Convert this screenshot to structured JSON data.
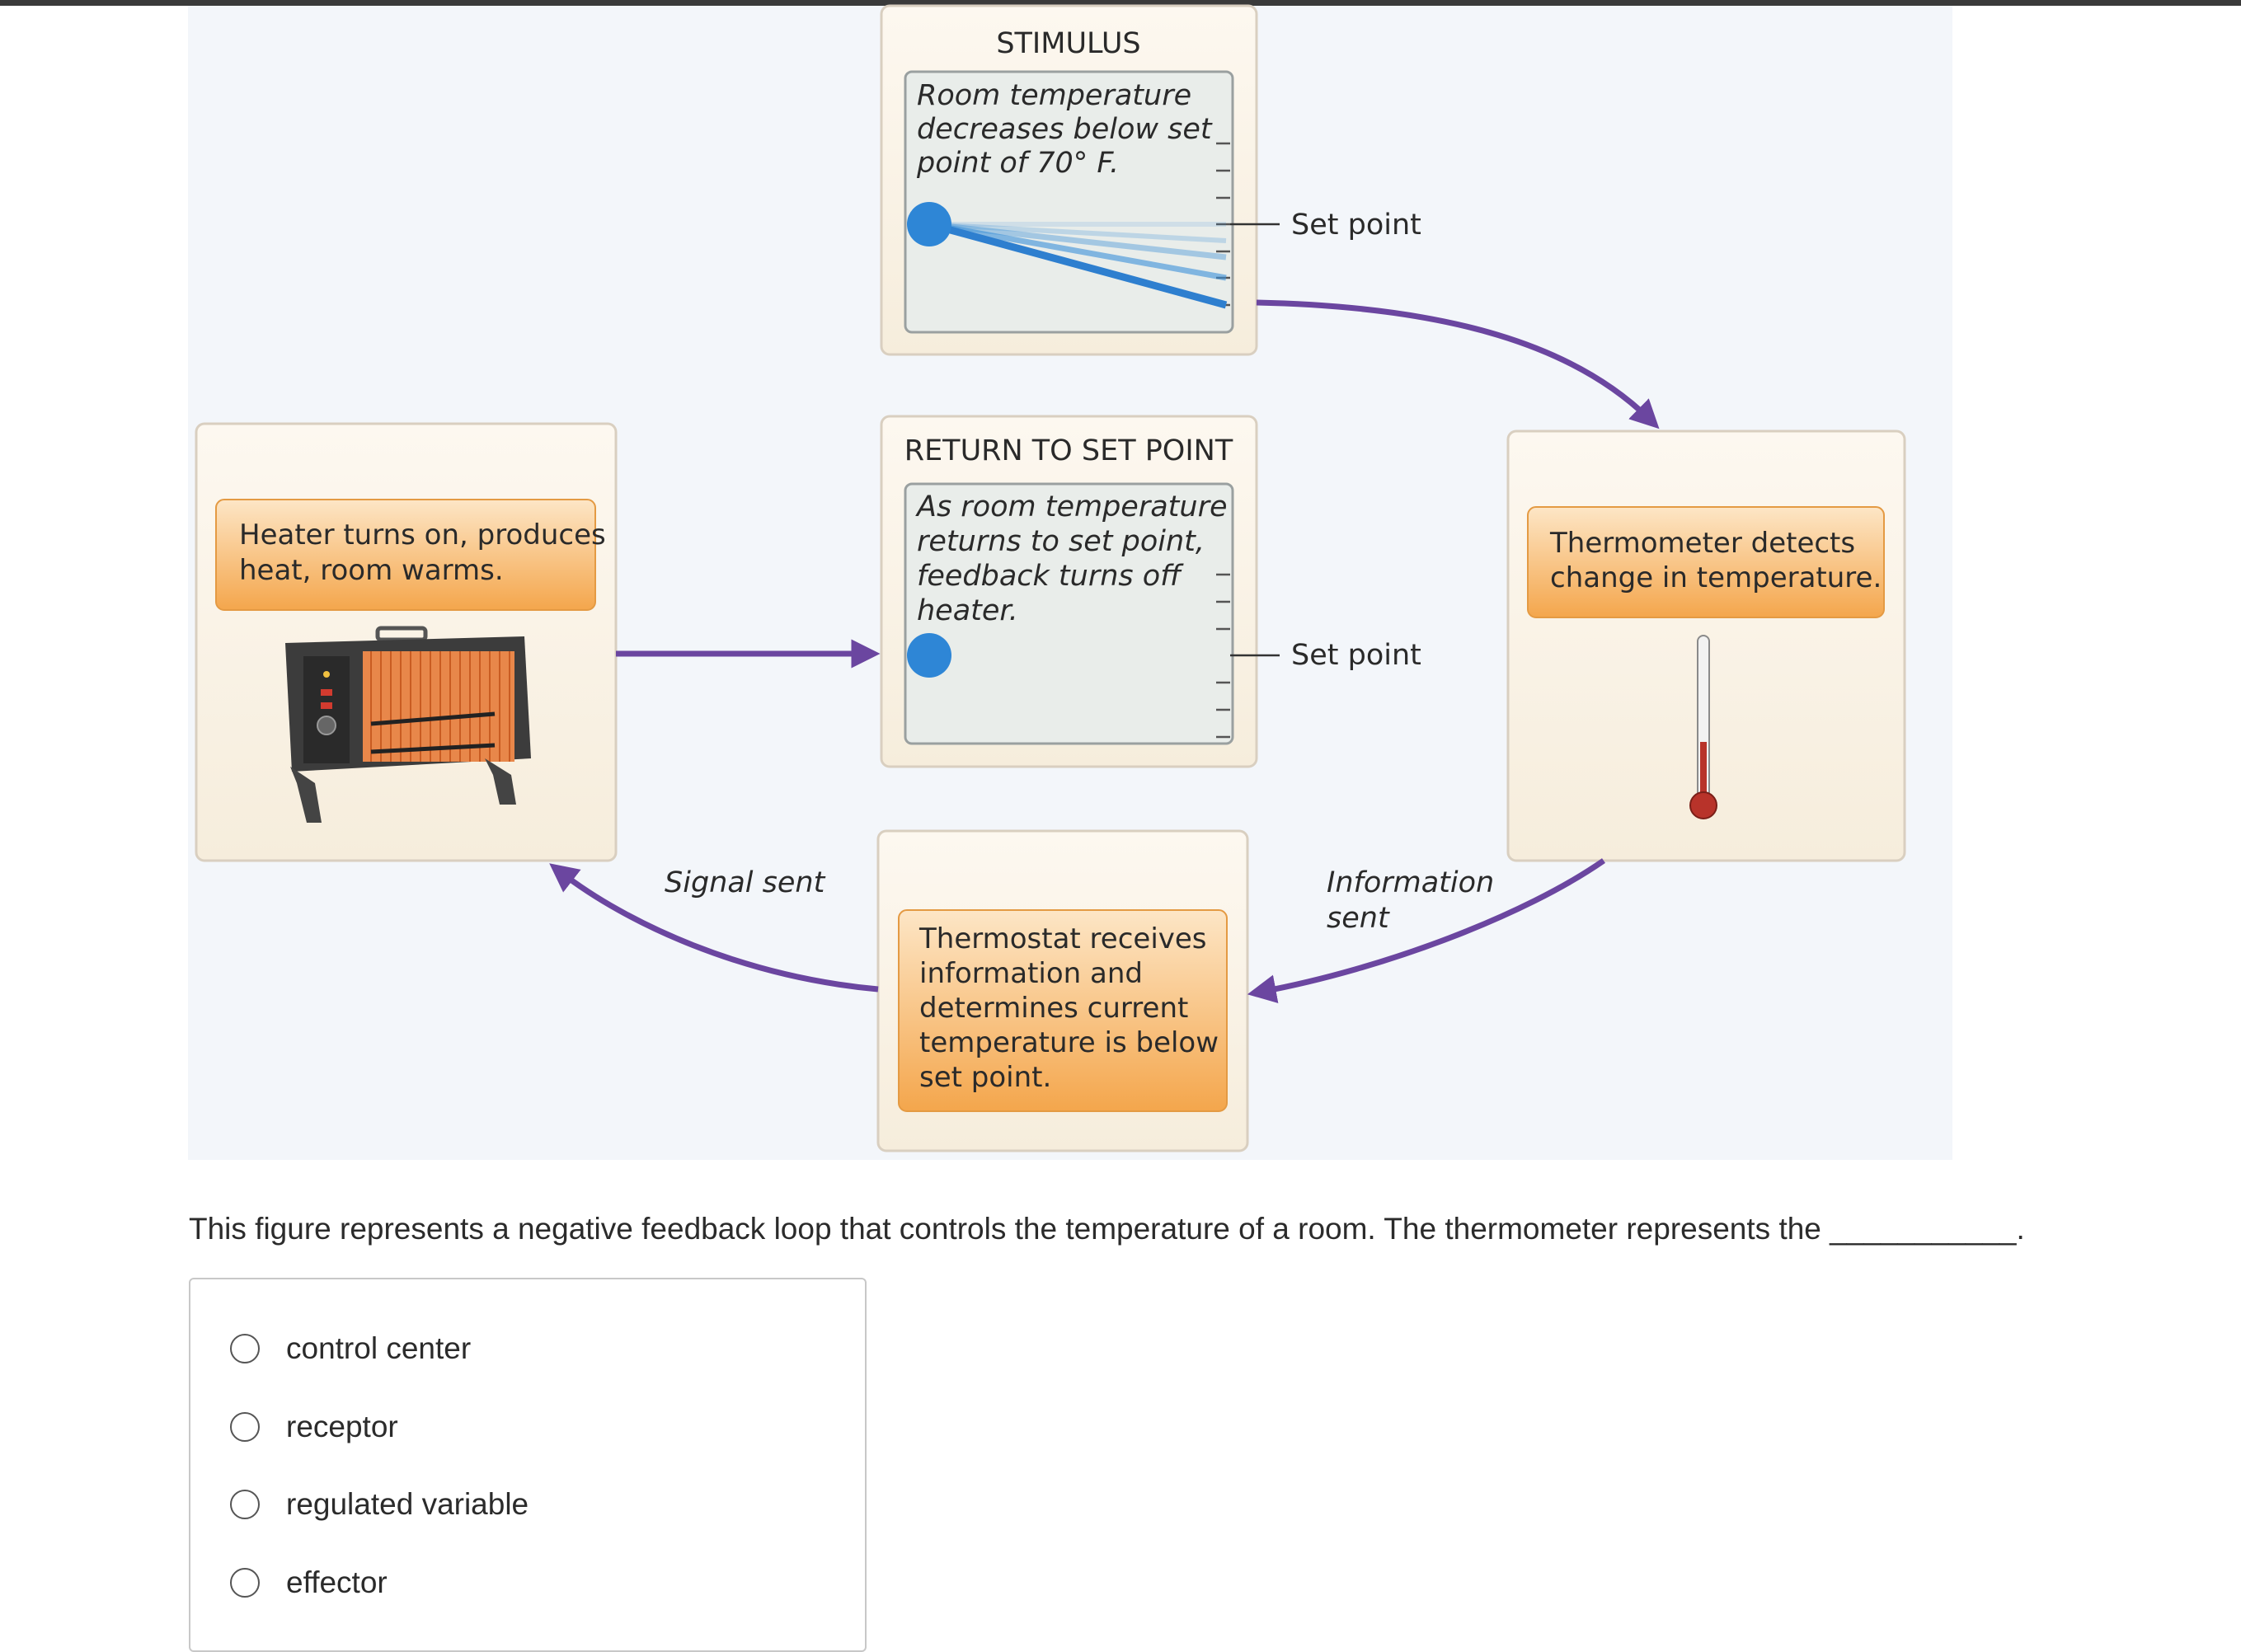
{
  "diagram": {
    "stimulus": {
      "title": "STIMULUS",
      "text_lines": [
        "Room temperature",
        "decreases below set",
        "point of 70° F."
      ],
      "set_point_label": "Set point"
    },
    "return_to_set_point": {
      "title": "RETURN TO SET POINT",
      "text_lines": [
        "As room temperature",
        "returns to set point,",
        "feedback turns off",
        "heater."
      ],
      "set_point_label": "Set point"
    },
    "heater": {
      "text_lines": [
        "Heater turns on, produces",
        "heat, room warms."
      ]
    },
    "thermometer": {
      "text_lines": [
        "Thermometer detects",
        "change in temperature."
      ]
    },
    "thermostat": {
      "text_lines": [
        "Thermostat receives",
        "information and",
        "determines current",
        "temperature is below",
        "set point."
      ]
    },
    "arrow_labels": {
      "signal_sent": "Signal sent",
      "information_sent_lines": [
        "Information",
        "sent"
      ]
    },
    "colors": {
      "arrow": "#6b46a0",
      "orange_box": "#f6b25e",
      "panel": "#fbf3e6",
      "gauge_line": "#3a8fd8"
    }
  },
  "question": {
    "text": "This figure represents a negative feedback loop that controls the temperature of a room. The thermometer represents the ___________."
  },
  "options": [
    {
      "label": "control center"
    },
    {
      "label": "receptor"
    },
    {
      "label": "regulated variable"
    },
    {
      "label": "effector"
    }
  ]
}
